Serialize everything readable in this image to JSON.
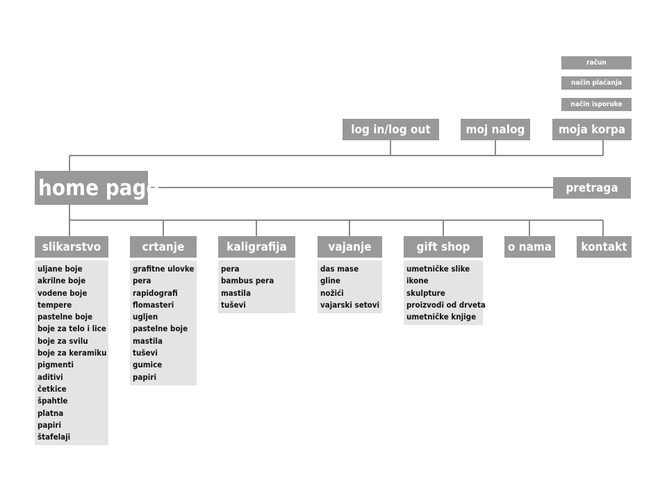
{
  "home": {
    "label": "home page"
  },
  "top_links": {
    "login": "log in/log out",
    "account": "moj nalog",
    "cart": "moja korpa",
    "cart_sub": [
      "račun",
      "način plaćanja",
      "način isporuke"
    ]
  },
  "search": {
    "label": "pretraga"
  },
  "categories": [
    {
      "label": "slikarstvo",
      "items": [
        "uljane boje",
        "akrilne boje",
        "vodene boje",
        "tempere",
        "pastelne boje",
        "boje za telo i lice",
        "boje za svilu",
        "boje za keramiku",
        "pigmenti",
        "aditivi",
        "četkice",
        "špahtle",
        "platna",
        "papiri",
        "štafelaji"
      ]
    },
    {
      "label": "crtanje",
      "items": [
        "grafitne ulovke",
        "pera",
        "rapidografi",
        "flomasteri",
        "ugljen",
        "pastelne boje",
        "mastila",
        "tuševi",
        "gumice",
        "papiri"
      ]
    },
    {
      "label": "kaligrafija",
      "items": [
        "pera",
        "bambus pera",
        "mastila",
        "tuševi"
      ]
    },
    {
      "label": "vajanje",
      "items": [
        "das mase",
        "gline",
        "nožići",
        "vajarski setovi"
      ]
    },
    {
      "label": "gift shop",
      "items": [
        "umetničke slike",
        "ikone",
        "skulpture",
        "proizvodi od drveta",
        "umetničke knjige"
      ]
    },
    {
      "label": "o nama",
      "items": []
    },
    {
      "label": "kontakt",
      "items": []
    }
  ]
}
